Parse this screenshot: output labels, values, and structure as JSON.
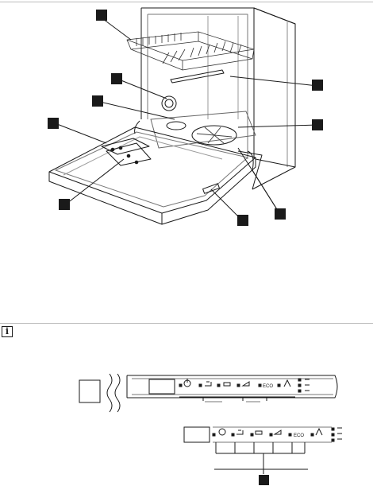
{
  "info_icon": "i",
  "control_panel_1": {
    "display_text": ""
  },
  "control_panel_2": {
    "display_text": ""
  },
  "panel_1_labels": [
    "ECO"
  ],
  "panel_2_labels": [
    "ECO"
  ],
  "icons": [
    "info-icon",
    "power-icon",
    "program-icon",
    "delay-icon",
    "rinse-aid-icon",
    "salt-icon"
  ]
}
